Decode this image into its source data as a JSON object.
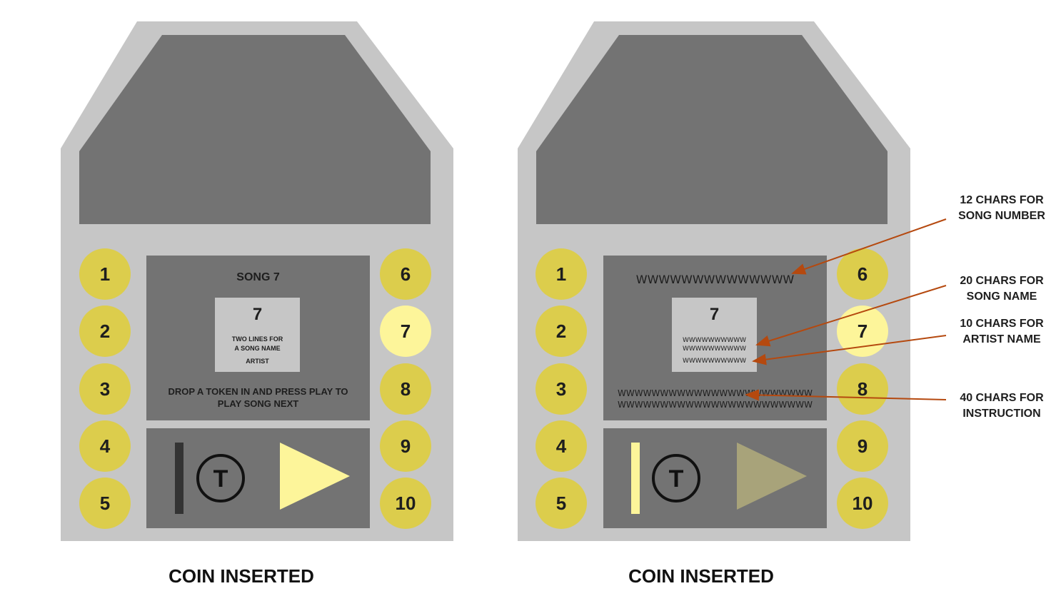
{
  "left_panel": {
    "song_title": "SONG 7",
    "card_number": "7",
    "card_song_line1": "TWO LINES FOR",
    "card_song_line2": "A SONG NAME",
    "card_artist": "ARTIST",
    "instruction_line1": "DROP A TOKEN IN AND PRESS PLAY TO",
    "instruction_line2": "PLAY SONG NEXT",
    "buttons_left": [
      "1",
      "2",
      "3",
      "4",
      "5"
    ],
    "buttons_right": [
      "6",
      "7",
      "8",
      "9",
      "10"
    ],
    "token_symbol": "T",
    "caption": "COIN INSERTED"
  },
  "right_panel": {
    "song_title": "WWWWWWWWWWWWWW",
    "card_number": "7",
    "card_song_line1": "WWWWWWWWWW",
    "card_song_line2": "WWWWWWWWWW",
    "card_artist": "WWWWWWWWWW",
    "instruction_line1": "WWWWWWWWWWWWWWWWWWWWWWW",
    "instruction_line2": "WWWWWWWWWWWWWWWWWWWWWWW",
    "buttons_left": [
      "1",
      "2",
      "3",
      "4",
      "5"
    ],
    "buttons_right": [
      "6",
      "7",
      "8",
      "9",
      "10"
    ],
    "token_symbol": "T",
    "caption": "COIN INSERTED"
  },
  "annotations": {
    "song_number_line1": "12 CHARS FOR",
    "song_number_line2": "SONG NUMBER",
    "song_name_line1": "20 CHARS FOR",
    "song_name_line2": "SONG NAME",
    "artist_name_line1": "10 CHARS FOR",
    "artist_name_line2": "ARTIST NAME",
    "instruction_line1": "40 CHARS FOR",
    "instruction_line2": "INSTRUCTION"
  },
  "colors": {
    "cabinet": "#c6c6c6",
    "panel": "#737373",
    "button": "#dccd4c",
    "button_active": "#fdf59a",
    "play_active": "#fdf59a",
    "play_dim": "#a8a37a",
    "arrow": "#b5490f"
  }
}
